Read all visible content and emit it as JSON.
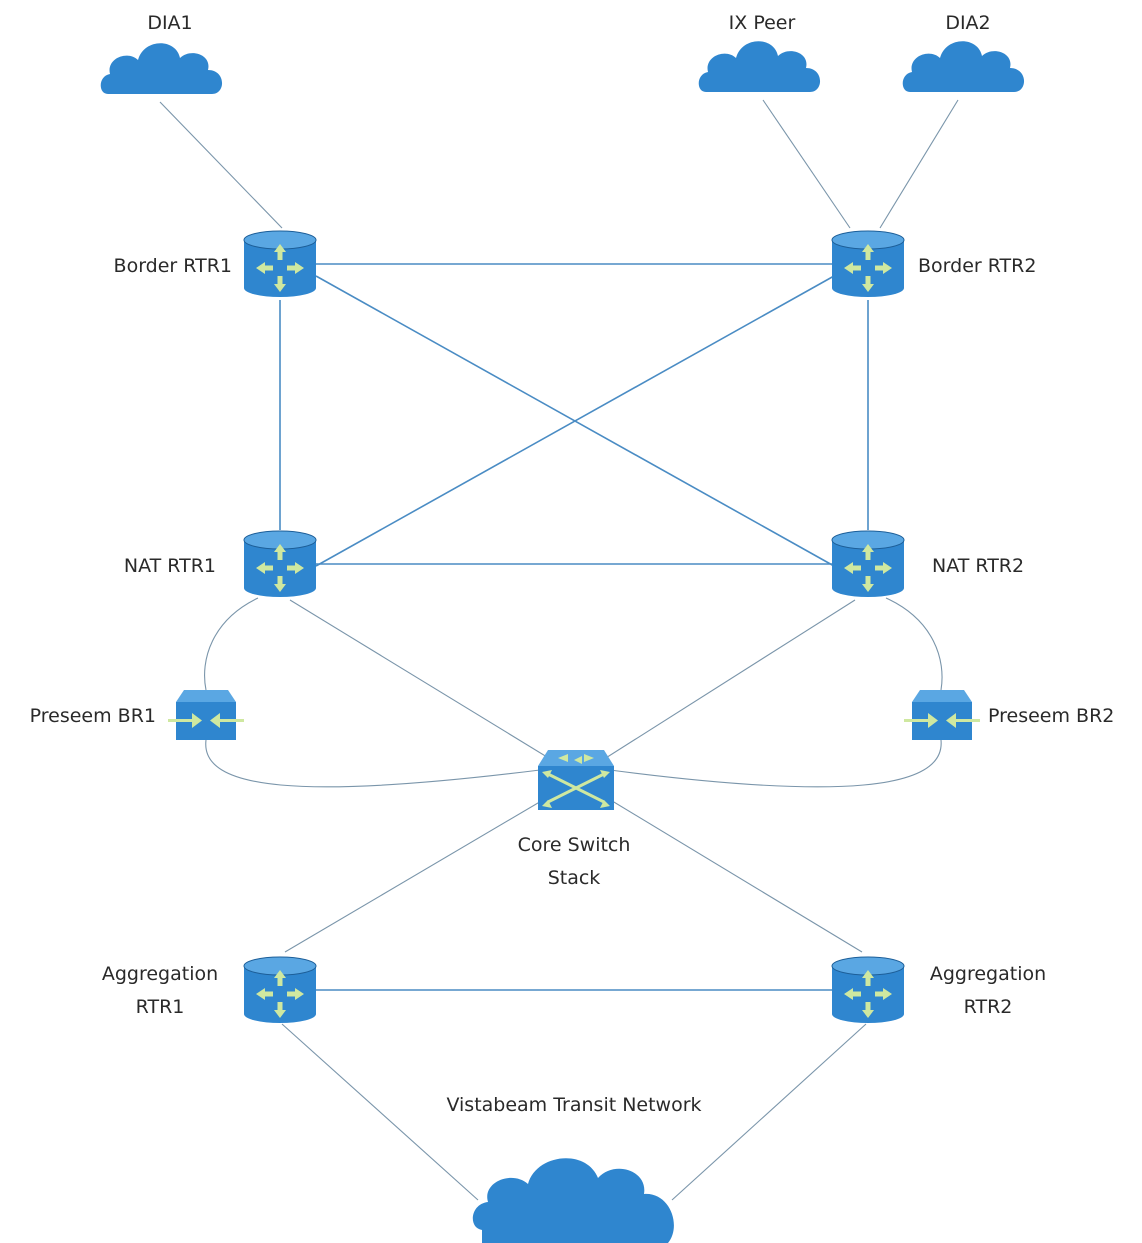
{
  "nodes": {
    "dia1": {
      "label": "DIA1"
    },
    "ix_peer": {
      "label": "IX Peer"
    },
    "dia2": {
      "label": "DIA2"
    },
    "border_rtr1": {
      "label": "Border RTR1"
    },
    "border_rtr2": {
      "label": "Border RTR2"
    },
    "nat_rtr1": {
      "label": "NAT RTR1"
    },
    "nat_rtr2": {
      "label": "NAT RTR2"
    },
    "preseem_br1": {
      "label": "Preseem BR1"
    },
    "preseem_br2": {
      "label": "Preseem BR2"
    },
    "core_switch": {
      "label_line1": "Core Switch",
      "label_line2": "Stack"
    },
    "agg_rtr1": {
      "label_line1": "Aggregation",
      "label_line2": "RTR1"
    },
    "agg_rtr2": {
      "label_line1": "Aggregation",
      "label_line2": "RTR2"
    },
    "transit": {
      "label": "Vistabeam Transit Network"
    }
  },
  "colors": {
    "device": "#2f86cf",
    "device_dark": "#1d5f99",
    "device_top": "#5aa7e3",
    "arrow": "#cfe8a0",
    "cloud": "#2f86cf",
    "link": "#4a8cc4"
  },
  "icons": {
    "router": "router-icon",
    "switch": "switch-icon",
    "bridge": "bridge-icon",
    "cloud": "cloud-icon"
  }
}
